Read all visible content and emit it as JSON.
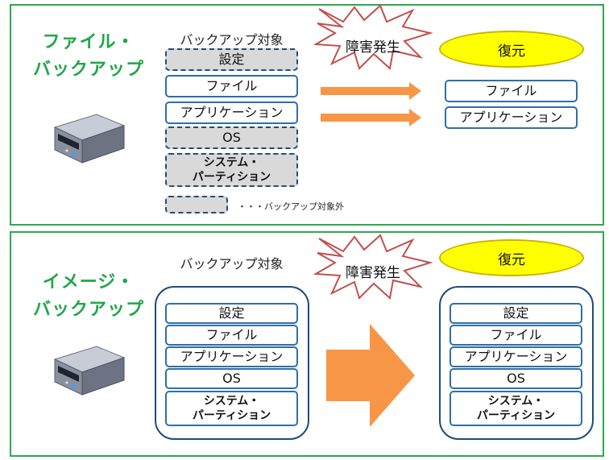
{
  "top": {
    "title_line1": "ファイル・",
    "title_line2": "バックアップ",
    "target_heading": "バックアップ対象",
    "items": [
      {
        "label": "設定",
        "excluded": true
      },
      {
        "label": "ファイル",
        "excluded": false
      },
      {
        "label": "アプリケーション",
        "excluded": false
      },
      {
        "label": "OS",
        "excluded": true
      },
      {
        "label_line1": "システム・",
        "label_line2": "パーティション",
        "excluded": true
      }
    ],
    "failure_label": "障害発生",
    "restore_label": "復元",
    "restored_items": [
      "ファイル",
      "アプリケーション"
    ],
    "legend_text": "・・・バックアップ対象外"
  },
  "bottom": {
    "title_line1": "イメージ・",
    "title_line2": "バックアップ",
    "target_heading": "バックアップ対象",
    "items": [
      "設定",
      "ファイル",
      "アプリケーション",
      "OS"
    ],
    "system_line1": "システム・",
    "system_line2": "パーティション",
    "failure_label": "障害発生",
    "restore_label": "復元",
    "restored_items": [
      "設定",
      "ファイル",
      "アプリケーション",
      "OS"
    ],
    "restored_system_line1": "システム・",
    "restored_system_line2": "パーティション"
  },
  "colors": {
    "panel_border": "#2fa84f",
    "title_green": "#21a64a",
    "item_border": "#2e6fa8",
    "excluded_fill": "#d9d9d9",
    "arrow_orange": "#f79646",
    "burst_stroke": "#c0504d",
    "restore_fill": "#ffff00"
  },
  "icons": {
    "server": "server-icon",
    "burst": "explosion-burst-icon",
    "arrow": "right-arrow-icon"
  }
}
